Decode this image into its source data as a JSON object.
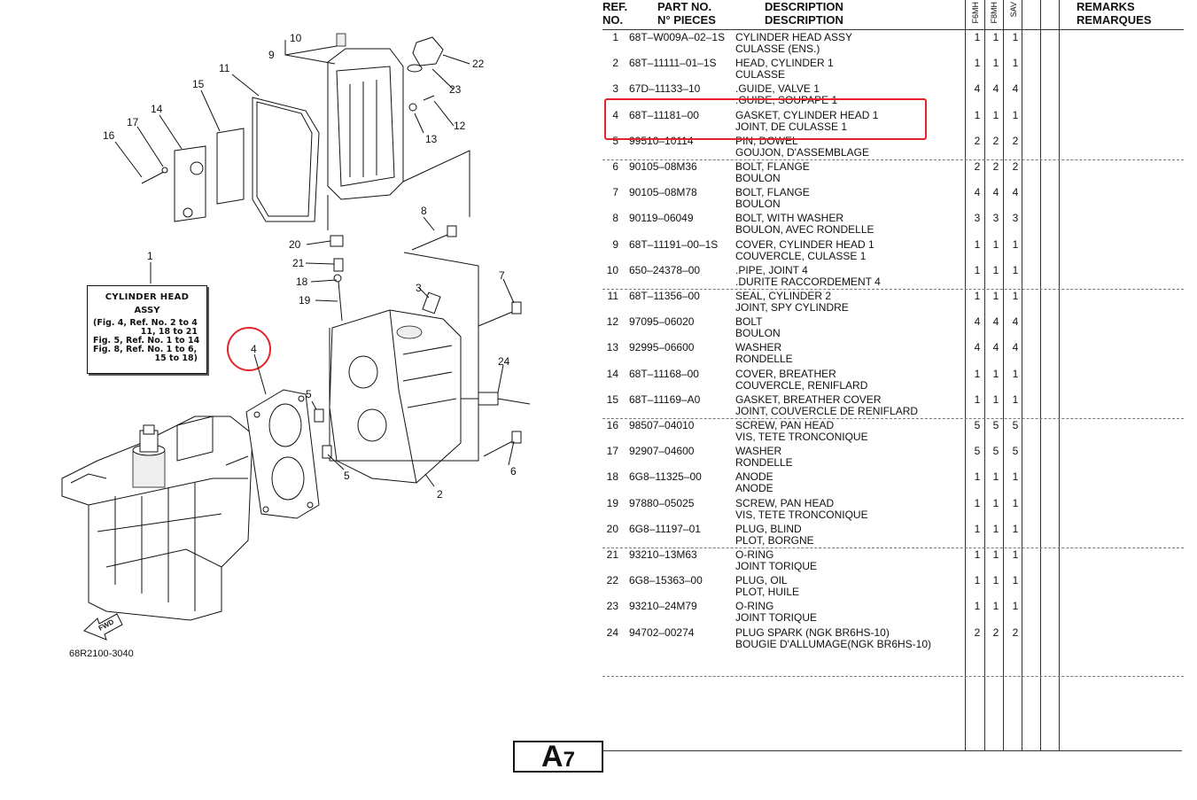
{
  "diagram": {
    "callouts": [
      "1",
      "2",
      "3",
      "4",
      "5",
      "5",
      "6",
      "7",
      "8",
      "9",
      "10",
      "11",
      "12",
      "13",
      "14",
      "15",
      "16",
      "17",
      "18",
      "19",
      "20",
      "21",
      "22",
      "23",
      "24"
    ],
    "assy_label": {
      "line1": "CYLINDER HEAD",
      "line2": "ASSY",
      "line3": "(Fig. 4, Ref. No. 2 to 4",
      "line4": "11, 18 to 21",
      "line5": "Fig. 5, Ref. No. 1 to 14",
      "line6": "Fig. 8, Ref. No. 1 to 6,",
      "line7": "15 to 18)"
    },
    "fwd_label": "FWD",
    "figure_code": "68R2100-3040",
    "highlight_color": "#e0262a"
  },
  "table": {
    "headers": {
      "ref_line1": "REF.",
      "ref_line2": "NO.",
      "part_line1": "PART NO.",
      "part_line2": "N° PIECES",
      "desc_line1": "DESCRIPTION",
      "desc_line2": "DESCRIPTION",
      "col1": "F6MH",
      "col2": "F8MH",
      "col3": "SAV",
      "remarks_line1": "REMARKS",
      "remarks_line2": "REMARQUES"
    },
    "rows": [
      {
        "ref": "1",
        "part": "68T–W009A–02–1S",
        "d1": "CYLINDER HEAD ASSY",
        "d2": "CULASSE (ENS.)",
        "q1": "1",
        "q2": "1",
        "q3": "1"
      },
      {
        "ref": "2",
        "part": "68T–11111–01–1S",
        "d1": "HEAD, CYLINDER 1",
        "d2": "CULASSE",
        "q1": "1",
        "q2": "1",
        "q3": "1"
      },
      {
        "ref": "3",
        "part": "67D–11133–10",
        "d1": ".GUIDE, VALVE 1",
        "d2": ".GUIDE, SOUPAPE 1",
        "q1": "4",
        "q2": "4",
        "q3": "4"
      },
      {
        "ref": "4",
        "part": "68T–11181–00",
        "d1": "GASKET, CYLINDER HEAD 1",
        "d2": "JOINT, DE CULASSE 1",
        "q1": "1",
        "q2": "1",
        "q3": "1"
      },
      {
        "ref": "5",
        "part": "99510–10114",
        "d1": "PIN, DOWEL",
        "d2": "GOUJON, D'ASSEMBLAGE",
        "q1": "2",
        "q2": "2",
        "q3": "2"
      },
      {
        "ref": "6",
        "part": "90105–08M36",
        "d1": "BOLT, FLANGE",
        "d2": "BOULON",
        "q1": "2",
        "q2": "2",
        "q3": "2"
      },
      {
        "ref": "7",
        "part": "90105–08M78",
        "d1": "BOLT, FLANGE",
        "d2": "BOULON",
        "q1": "4",
        "q2": "4",
        "q3": "4"
      },
      {
        "ref": "8",
        "part": "90119–06049",
        "d1": "BOLT, WITH WASHER",
        "d2": "BOULON, AVEC RONDELLE",
        "q1": "3",
        "q2": "3",
        "q3": "3"
      },
      {
        "ref": "9",
        "part": "68T–11191–00–1S",
        "d1": "COVER, CYLINDER HEAD 1",
        "d2": "COUVERCLE, CULASSE 1",
        "q1": "1",
        "q2": "1",
        "q3": "1"
      },
      {
        "ref": "10",
        "part": "650–24378–00",
        "d1": ".PIPE, JOINT 4",
        "d2": ".DURITE RACCORDEMENT 4",
        "q1": "1",
        "q2": "1",
        "q3": "1"
      },
      {
        "ref": "11",
        "part": "68T–11356–00",
        "d1": "SEAL, CYLINDER 2",
        "d2": "JOINT, SPY CYLINDRE",
        "q1": "1",
        "q2": "1",
        "q3": "1"
      },
      {
        "ref": "12",
        "part": "97095–06020",
        "d1": "BOLT",
        "d2": "BOULON",
        "q1": "4",
        "q2": "4",
        "q3": "4"
      },
      {
        "ref": "13",
        "part": "92995–06600",
        "d1": "WASHER",
        "d2": "RONDELLE",
        "q1": "4",
        "q2": "4",
        "q3": "4"
      },
      {
        "ref": "14",
        "part": "68T–11168–00",
        "d1": "COVER, BREATHER",
        "d2": "COUVERCLE, RENIFLARD",
        "q1": "1",
        "q2": "1",
        "q3": "1"
      },
      {
        "ref": "15",
        "part": "68T–11169–A0",
        "d1": "GASKET, BREATHER COVER",
        "d2": "JOINT, COUVERCLE DE RENIFLARD",
        "q1": "1",
        "q2": "1",
        "q3": "1"
      },
      {
        "ref": "16",
        "part": "98507–04010",
        "d1": "SCREW, PAN HEAD",
        "d2": "VIS, TETE TRONCONIQUE",
        "q1": "5",
        "q2": "5",
        "q3": "5"
      },
      {
        "ref": "17",
        "part": "92907–04600",
        "d1": "WASHER",
        "d2": "RONDELLE",
        "q1": "5",
        "q2": "5",
        "q3": "5"
      },
      {
        "ref": "18",
        "part": "6G8–11325–00",
        "d1": "ANODE",
        "d2": "ANODE",
        "q1": "1",
        "q2": "1",
        "q3": "1"
      },
      {
        "ref": "19",
        "part": "97880–05025",
        "d1": "SCREW, PAN HEAD",
        "d2": "VIS, TETE TRONCONIQUE",
        "q1": "1",
        "q2": "1",
        "q3": "1"
      },
      {
        "ref": "20",
        "part": "6G8–11197–01",
        "d1": "PLUG, BLIND",
        "d2": "PLOT, BORGNE",
        "q1": "1",
        "q2": "1",
        "q3": "1"
      },
      {
        "ref": "21",
        "part": "93210–13M63",
        "d1": "O-RING",
        "d2": "JOINT TORIQUE",
        "q1": "1",
        "q2": "1",
        "q3": "1"
      },
      {
        "ref": "22",
        "part": "6G8–15363–00",
        "d1": "PLUG, OIL",
        "d2": "PLOT, HUILE",
        "q1": "1",
        "q2": "1",
        "q3": "1"
      },
      {
        "ref": "23",
        "part": "93210–24M79",
        "d1": "O-RING",
        "d2": "JOINT TORIQUE",
        "q1": "1",
        "q2": "1",
        "q3": "1"
      },
      {
        "ref": "24",
        "part": "94702–00274",
        "d1": "PLUG SPARK (NGK BR6HS-10)",
        "d2": "BOUGIE D'ALLUMAGE(NGK BR6HS-10)",
        "q1": "2",
        "q2": "2",
        "q3": "2"
      }
    ]
  },
  "page": {
    "letter": "A",
    "number": "7"
  }
}
